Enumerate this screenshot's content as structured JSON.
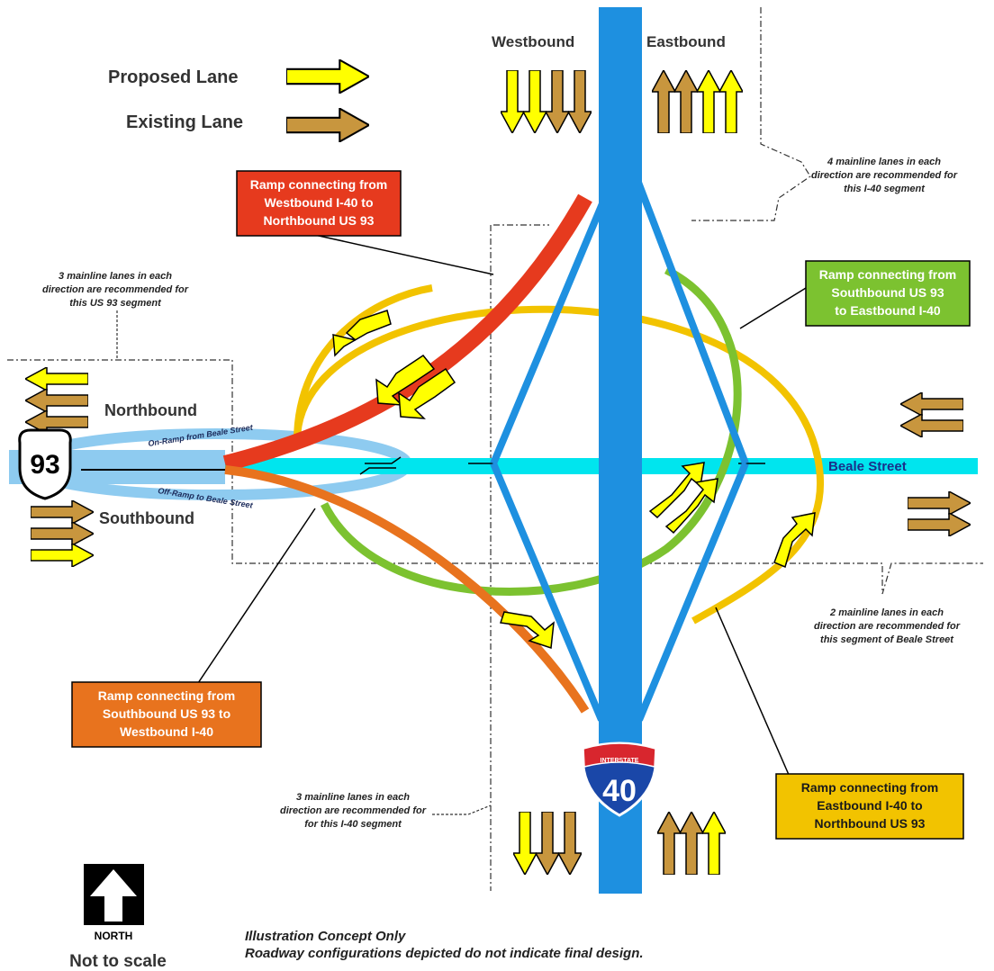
{
  "legend": {
    "proposed_label": "Proposed Lane",
    "existing_label": "Existing Lane",
    "proposed_color": "#ffff00",
    "existing_color": "#c8963e"
  },
  "directions": {
    "westbound": "Westbound",
    "eastbound": "Eastbound",
    "northbound": "Northbound",
    "southbound": "Southbound"
  },
  "roads": {
    "beale_street": "Beale Street",
    "us93_shield": "93",
    "i40_shield": "40",
    "i40_banner": "INTERSTATE",
    "on_ramp": "On-Ramp from Beale Street",
    "off_ramp": "Off-Ramp to Beale Street",
    "colors": {
      "i40": "#1e90e0",
      "beale": "#00e5ee",
      "us93": "#8ecbf0"
    }
  },
  "callouts": {
    "red": {
      "lines": [
        "Ramp connecting from",
        "Westbound I-40 to",
        "Northbound US 93"
      ],
      "color": "#e63a1e"
    },
    "green": {
      "lines": [
        "Ramp connecting from",
        "Southbound US 93",
        "to Eastbound I-40"
      ],
      "color": "#7cc230"
    },
    "orange": {
      "lines": [
        "Ramp connecting from",
        "Southbound US 93 to",
        "Westbound I-40"
      ],
      "color": "#e8731e"
    },
    "yellow": {
      "lines": [
        "Ramp connecting from",
        "Eastbound I-40 to",
        "Northbound US 93"
      ],
      "color": "#f2c300"
    }
  },
  "notes": {
    "i40_north": [
      "4 mainline lanes in each",
      "direction are recommended for",
      "this I-40 segment"
    ],
    "us93": [
      "3 mainline lanes in each",
      "direction are recommended for",
      "this US 93 segment"
    ],
    "beale": [
      "2 mainline lanes in each",
      "direction are recommended for",
      "this segment of Beale Street"
    ],
    "i40_south": [
      "3 mainline lanes in each",
      "direction are recommended for",
      "for this I-40 segment"
    ]
  },
  "north": {
    "label": "NORTH",
    "scale": "Not to scale"
  },
  "disclaimer": {
    "line1": "Illustration Concept Only",
    "line2": "Roadway configurations depicted do not indicate final design."
  }
}
